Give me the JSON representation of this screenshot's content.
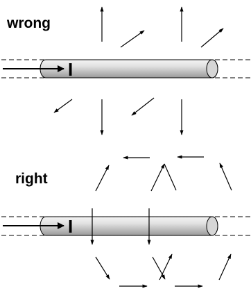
{
  "panels": {
    "wrong": {
      "label": "wrong",
      "current_label": "I"
    },
    "right": {
      "label": "right",
      "current_label": "I"
    }
  },
  "colors": {
    "cylinder_light": "#f4f4f4",
    "cylinder_mid": "#c9c9c9",
    "cylinder_dark": "#8c8c8c",
    "stroke": "#000000"
  }
}
